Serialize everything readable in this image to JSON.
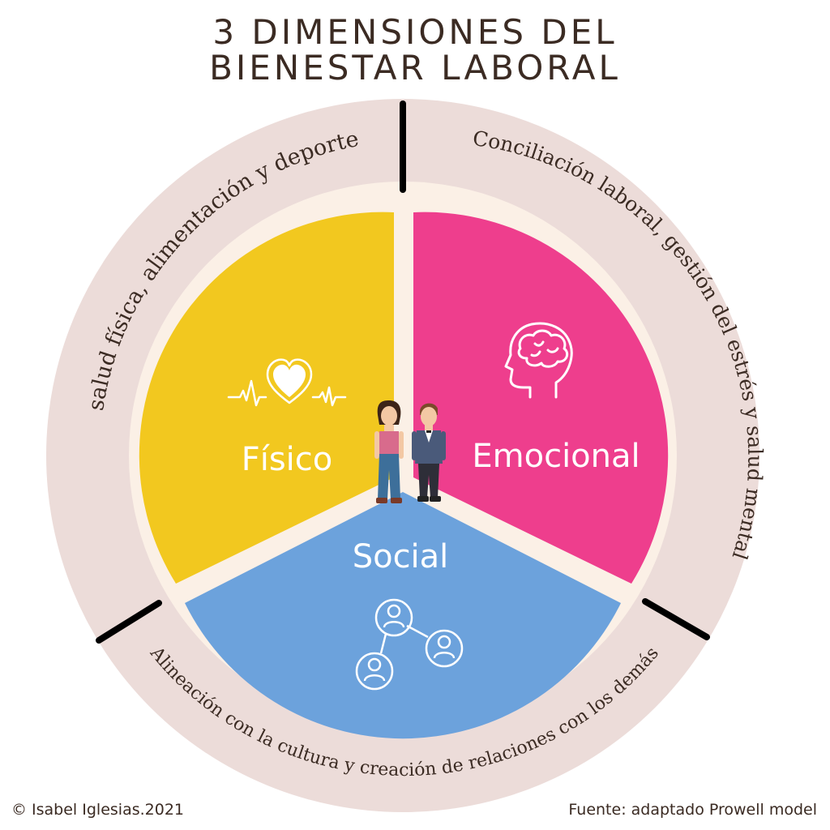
{
  "title": {
    "line1": "3 DIMENSIONES DEL",
    "line2": "BIENESTAR LABORAL"
  },
  "segments": {
    "fisico": {
      "label": "Físico",
      "color": "#f2c81f",
      "icon": "heartbeat-icon",
      "description": "salud física, alimentación y deporte"
    },
    "emocional": {
      "label": "Emocional",
      "color": "#ee3e8d",
      "icon": "brain-head-icon",
      "description": "Conciliación laboral, gestión del estrés y salud mental"
    },
    "social": {
      "label": "Social",
      "color": "#6ca2dc",
      "icon": "people-network-icon",
      "description": "Alineación con la cultura y creación de relaciones con los demás"
    }
  },
  "colors": {
    "outer_ring": "#ecdcd9",
    "inner_gap": "#fbf0e6",
    "text": "#3b2b23",
    "divider": "#000000"
  },
  "figures": [
    "woman-icon",
    "man-icon"
  ],
  "footer": {
    "credit": "© Isabel Iglesias.2021",
    "source": "Fuente: adaptado Prowell model"
  }
}
